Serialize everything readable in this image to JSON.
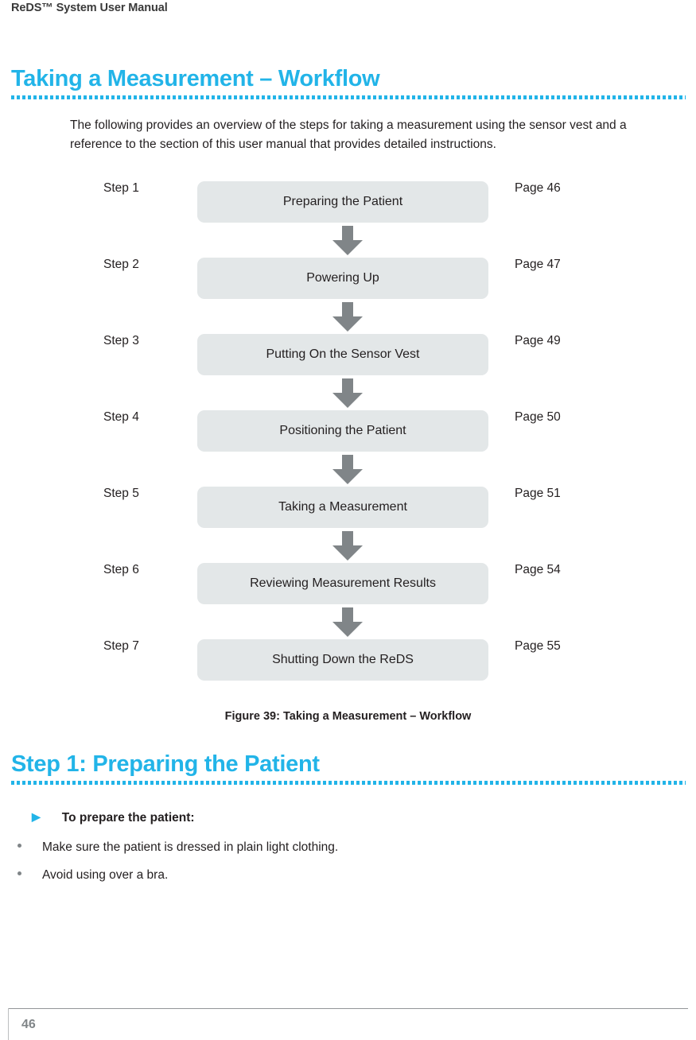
{
  "header": {
    "running_title": "ReDS™ System User Manual"
  },
  "section1": {
    "title": "Taking a Measurement – Workflow",
    "intro": "The following provides an overview of the steps for taking a measurement using the sensor vest and a reference to the section of this user manual that provides detailed instructions."
  },
  "flowchart": {
    "arrow_icon": "arrow-down-icon",
    "steps": [
      {
        "step": "Step 1",
        "title": "Preparing the Patient",
        "page": "Page 46"
      },
      {
        "step": "Step 2",
        "title": "Powering Up",
        "page": "Page 47"
      },
      {
        "step": "Step 3",
        "title": "Putting On the Sensor Vest",
        "page": "Page 49"
      },
      {
        "step": "Step 4",
        "title": "Positioning the Patient",
        "page": "Page 50"
      },
      {
        "step": "Step 5",
        "title": "Taking a Measurement",
        "page": "Page 51"
      },
      {
        "step": "Step 6",
        "title": "Reviewing Measurement Results",
        "page": "Page 54"
      },
      {
        "step": "Step 7",
        "title": "Shutting Down the ReDS",
        "page": "Page 55"
      }
    ],
    "caption": "Figure 39: Taking a Measurement – Workflow"
  },
  "section2": {
    "title": "Step 1: Preparing the Patient",
    "procedure_heading": "To prepare the patient:",
    "procedure_marker": "▶",
    "bullets": [
      "Make sure the patient is dressed in plain light clothing.",
      "Avoid using over a bra."
    ]
  },
  "footer": {
    "page_number": "46"
  },
  "colors": {
    "accent": "#22b4e8",
    "box_fill": "#e3e7e8",
    "arrow": "#808588",
    "text": "#231f20",
    "footer_text": "#808588"
  }
}
